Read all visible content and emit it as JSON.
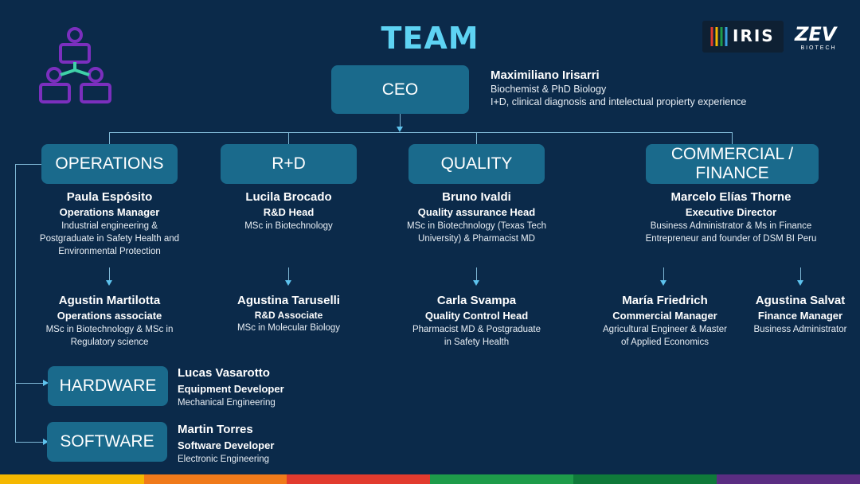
{
  "title": "TEAM",
  "logos": {
    "iris": "IRIS",
    "zev": "ZEV",
    "zev_sub": "BIOTECH"
  },
  "icon": "org-chart-icon",
  "ceo": {
    "box": "CEO",
    "name": "Maximiliano Irisarri",
    "desc1": "Biochemist & PhD Biology",
    "desc2": "I+D, clinical diagnosis and intelectual propierty experience"
  },
  "departments": {
    "operations": "OPERATIONS",
    "rd": "R+D",
    "quality": "QUALITY",
    "commercial": "COMMERCIAL / FINANCE",
    "hardware": "HARDWARE",
    "software": "SOFTWARE"
  },
  "people": {
    "paula": {
      "name": "Paula Espósito",
      "role": "Operations Manager",
      "d1": "Industrial engineering &",
      "d2": "Postgraduate in Safety Health and",
      "d3": "Environmental Protection"
    },
    "lucila": {
      "name": "Lucila Brocado",
      "role": "R&D Head",
      "d1": "MSc in Biotechnology"
    },
    "bruno": {
      "name": "Bruno Ivaldi",
      "role": "Quality assurance Head",
      "d1": "MSc in Biotechnology (Texas Tech",
      "d2": "University) & Pharmacist MD"
    },
    "marcelo": {
      "name": "Marcelo Elías Thorne",
      "role": "Executive Director",
      "d1": "Business Administrator & Ms in Finance",
      "d2": "Entrepreneur and founder of DSM BI Peru"
    },
    "agustin": {
      "name": "Agustin Martilotta",
      "role": "Operations associate",
      "d1": "MSc in Biotechnology & MSc in",
      "d2": "Regulatory science"
    },
    "agustina_t": {
      "name": "Agustina Taruselli",
      "role": "R&D Associate",
      "d1": "MSc in Molecular Biology"
    },
    "carla": {
      "name": "Carla Svampa",
      "role": "Quality Control Head",
      "d1": "Pharmacist MD & Postgraduate",
      "d2": "in Safety Health"
    },
    "maria": {
      "name": "María Friedrich",
      "role": "Commercial Manager",
      "d1": "Agricultural Engineer & Master",
      "d2": "of Applied Economics"
    },
    "agustina_s": {
      "name": "Agustina Salvat",
      "role": "Finance Manager",
      "d1": "Business Administrator"
    },
    "lucas": {
      "name": "Lucas Vasarotto",
      "role": "Equipment Developer",
      "d1": "Mechanical Engineering"
    },
    "martin": {
      "name": "Martin Torres",
      "role": "Software Developer",
      "d1": "Electronic Engineering"
    }
  },
  "colors": {
    "background": "#0b2a4a",
    "box": "#1a6a8c",
    "title": "#5ed3f3",
    "icon": "#7b2fbe",
    "stripes": [
      "#f5b800",
      "#f07a1a",
      "#e23b2e",
      "#1e9c4a",
      "#0f7a3a",
      "#5a2d82"
    ]
  }
}
